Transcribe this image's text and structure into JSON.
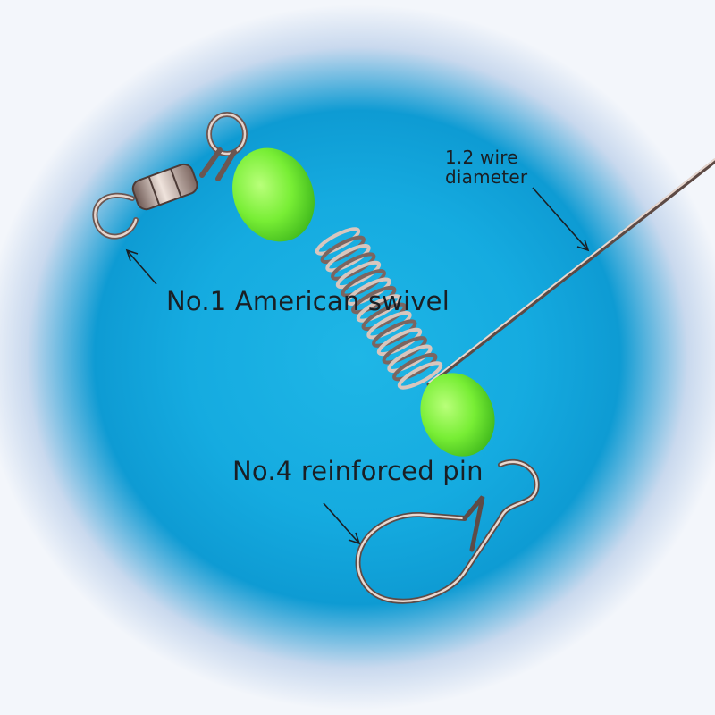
{
  "photo": {
    "background_color": "#15abe0",
    "bead_color": "#7ef03a",
    "metal_color": "#c9b9b0"
  },
  "annotations": {
    "swivel": "No.1 American swivel",
    "pin": "No.4 reinforced pin",
    "wire_line1": "1.2 wire",
    "wire_line2": "diameter"
  }
}
